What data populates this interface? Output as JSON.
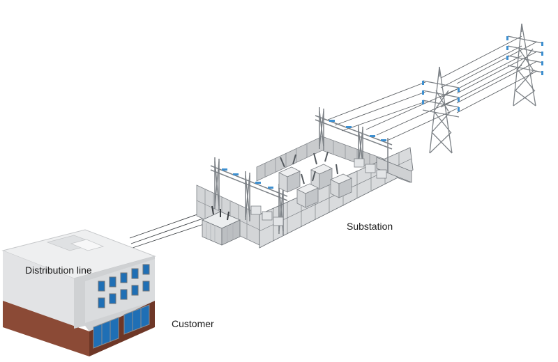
{
  "labels": {
    "substation": "Substation",
    "distribution_line": "Distribution line",
    "customer": "Customer"
  },
  "colors": {
    "steel": "#8f9499",
    "steel_dark": "#6d7277",
    "insulator_blue": "#3d8fd0",
    "brick": "#8b4a36",
    "wall_light": "#e6e7e8",
    "wall_mid": "#cfd1d3",
    "window_blue": "#1f6fb5",
    "fence": "#7d8186"
  }
}
